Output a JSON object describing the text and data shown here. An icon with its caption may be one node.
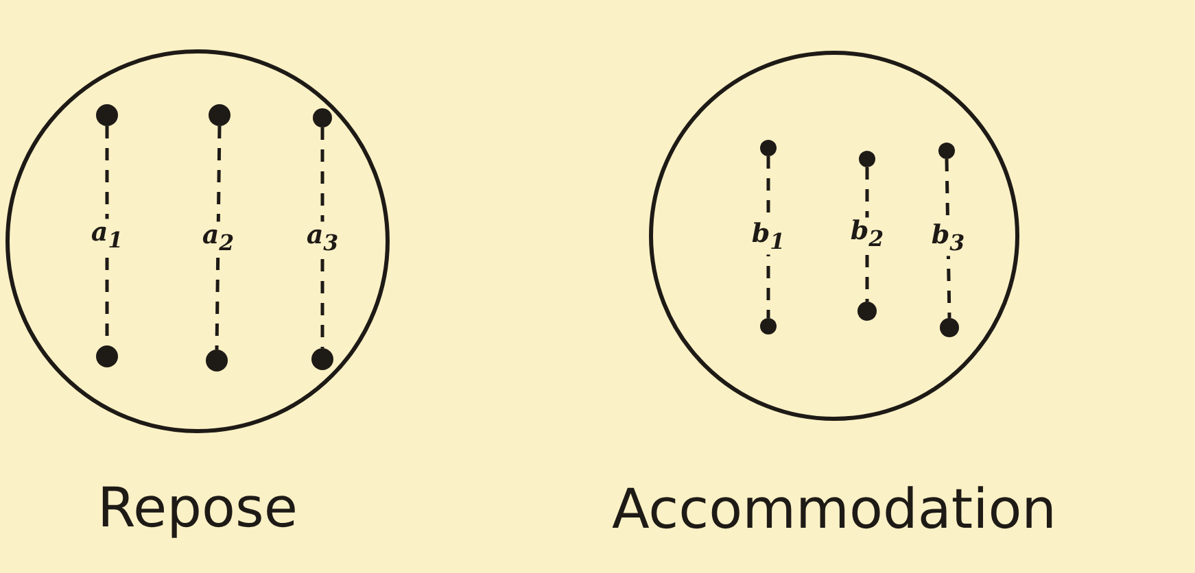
{
  "diagram": {
    "nodes": [
      {
        "text": [
          "Repose"
        ]
      },
      {
        "text": [],
        "shape": "circle",
        "in": 0
      },
      {
        "text": [],
        "shape": "circle",
        "in": 0
      },
      {
        "text": [],
        "shape": "circle",
        "in": 0
      },
      {
        "text": [],
        "shape": "circle",
        "in": 0
      },
      {
        "text": [],
        "shape": "circle",
        "in": 0
      },
      {
        "text": [],
        "shape": "circle",
        "in": 0
      },
      {
        "text": [
          "Accommodation"
        ]
      },
      {
        "text": [],
        "shape": "circle",
        "in": 7
      },
      {
        "text": [],
        "shape": "circle",
        "in": 7
      },
      {
        "text": [],
        "shape": "circle",
        "in": 7
      },
      {
        "text": [],
        "shape": "circle",
        "in": 7
      },
      {
        "text": [],
        "shape": "circle",
        "in": 7
      },
      {
        "text": [],
        "shape": "circle",
        "in": 7
      }
    ],
    "edges": [
      {
        "from": 1,
        "to": 4,
        "arrow": "none",
        "style": "dashed",
        "label": "a$_{1}$"
      },
      {
        "from": 2,
        "to": 5,
        "arrow": "none",
        "style": "dashed",
        "label": "a$_{2}$"
      },
      {
        "from": 3,
        "to": 6,
        "arrow": "none",
        "style": "dashed",
        "label": "a$_{3}$"
      },
      {
        "from": 8,
        "to": 11,
        "arrow": "none",
        "style": "dashed",
        "label": "b$_{1}$"
      },
      {
        "from": 9,
        "to": 12,
        "arrow": "none",
        "style": "dashed",
        "label": "b$_{2}$"
      },
      {
        "from": 10,
        "to": 13,
        "arrow": "none",
        "style": "dashed",
        "label": "b$_{3}$"
      }
    ]
  }
}
